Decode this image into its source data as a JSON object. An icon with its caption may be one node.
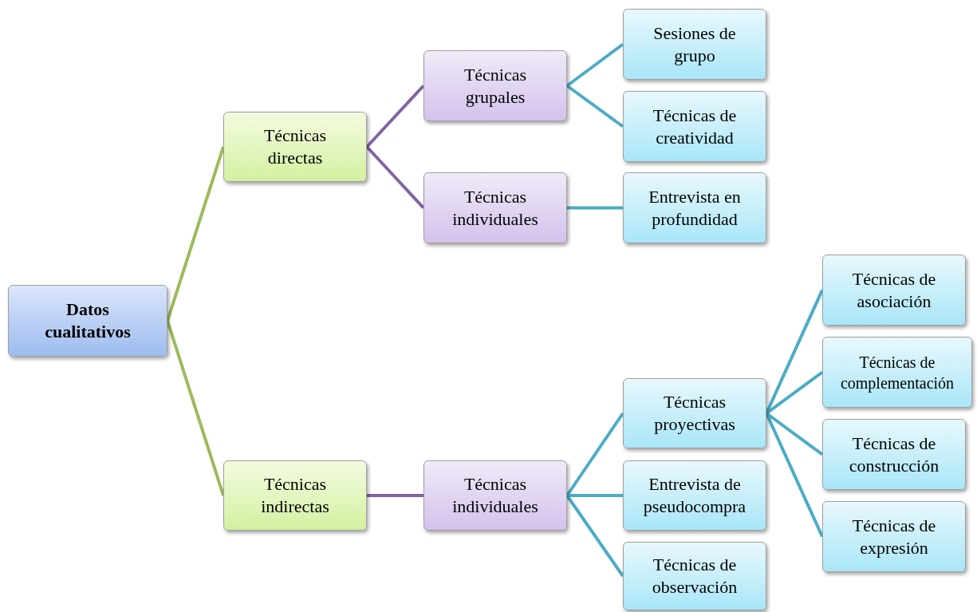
{
  "diagram": {
    "nodes": [
      {
        "text": [
          "Datos cualitativos"
        ]
      },
      {
        "text": [
          "Técnicas directas"
        ]
      },
      {
        "text": [
          "Técnicas indirectas"
        ]
      },
      {
        "text": [
          "Técnicas grupales"
        ]
      },
      {
        "text": [
          "Técnicas individuales"
        ]
      },
      {
        "text": [
          "Técnicas individuales"
        ]
      },
      {
        "text": [
          "Sesiones de grupo"
        ]
      },
      {
        "text": [
          "Técnicas de creatividad"
        ]
      },
      {
        "text": [
          "Entrevista en profundidad"
        ]
      },
      {
        "text": [
          "Técnicas proyectivas"
        ]
      },
      {
        "text": [
          "Entrevista de pseudocompra"
        ]
      },
      {
        "text": [
          "Técnicas de observación"
        ]
      },
      {
        "text": [
          "Técnicas de asociación"
        ]
      },
      {
        "text": [
          "Técnicas de complementación"
        ]
      },
      {
        "text": [
          "Técnicas de construcción"
        ]
      },
      {
        "text": [
          "Técnicas de expresión"
        ]
      }
    ],
    "edges": [
      {
        "from": 0,
        "to": 1,
        "arrow": "none",
        "color": "#9bbb59"
      },
      {
        "from": 0,
        "to": 2,
        "arrow": "none",
        "color": "#9bbb59"
      },
      {
        "from": 1,
        "to": 3,
        "arrow": "none",
        "color": "#8064a2"
      },
      {
        "from": 1,
        "to": 4,
        "arrow": "none",
        "color": "#8064a2"
      },
      {
        "from": 2,
        "to": 5,
        "arrow": "none",
        "color": "#8064a2"
      },
      {
        "from": 3,
        "to": 6,
        "arrow": "none"
      },
      {
        "from": 3,
        "to": 7,
        "arrow": "none"
      },
      {
        "from": 4,
        "to": 8,
        "arrow": "none"
      },
      {
        "from": 5,
        "to": 9,
        "arrow": "none"
      },
      {
        "from": 5,
        "to": 10,
        "arrow": "none"
      },
      {
        "from": 5,
        "to": 11,
        "arrow": "none"
      },
      {
        "from": 9,
        "to": 12,
        "arrow": "none"
      },
      {
        "from": 9,
        "to": 13,
        "arrow": "none"
      },
      {
        "from": 9,
        "to": 14,
        "arrow": "none"
      },
      {
        "from": 9,
        "to": 15,
        "arrow": "none"
      }
    ]
  }
}
